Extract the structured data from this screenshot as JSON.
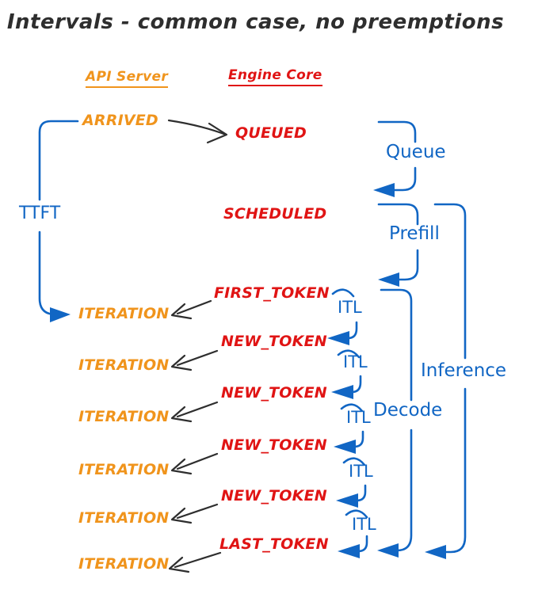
{
  "title": "Intervals - common case, no preemptions",
  "columns": {
    "api_server": "API Server",
    "engine_core": "Engine Core"
  },
  "api_events": {
    "arrived": "ARRIVED",
    "iterations": [
      "ITERATION",
      "ITERATION",
      "ITERATION",
      "ITERATION",
      "ITERATION",
      "ITERATION"
    ]
  },
  "engine_events": {
    "queued": "QUEUED",
    "scheduled": "SCHEDULED",
    "first_token": "FIRST_TOKEN",
    "new_tokens": [
      "NEW_TOKEN",
      "NEW_TOKEN",
      "NEW_TOKEN",
      "NEW_TOKEN"
    ],
    "last_token": "LAST_TOKEN"
  },
  "intervals": {
    "ttft": "TTFT",
    "queue": "Queue",
    "prefill": "Prefill",
    "decode": "Decode",
    "inference": "Inference",
    "itl": [
      "ITL",
      "ITL",
      "ITL",
      "ITL",
      "ITL"
    ]
  },
  "colors": {
    "orange": "#f0941c",
    "red": "#e01414",
    "blue": "#1166c4",
    "arrow_black": "#2e2e2e"
  }
}
